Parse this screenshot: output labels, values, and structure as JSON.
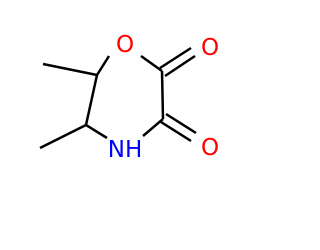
{
  "molecule": {
    "atoms": {
      "ring_oxygen": "O",
      "carbonyl_oxygen_top": "O",
      "carbonyl_oxygen_bottom": "O",
      "ring_nitrogen": "NH"
    },
    "colors": {
      "oxygen": "#ff0000",
      "nitrogen": "#0000ff",
      "bond": "#000000",
      "background": "#ffffff"
    }
  }
}
